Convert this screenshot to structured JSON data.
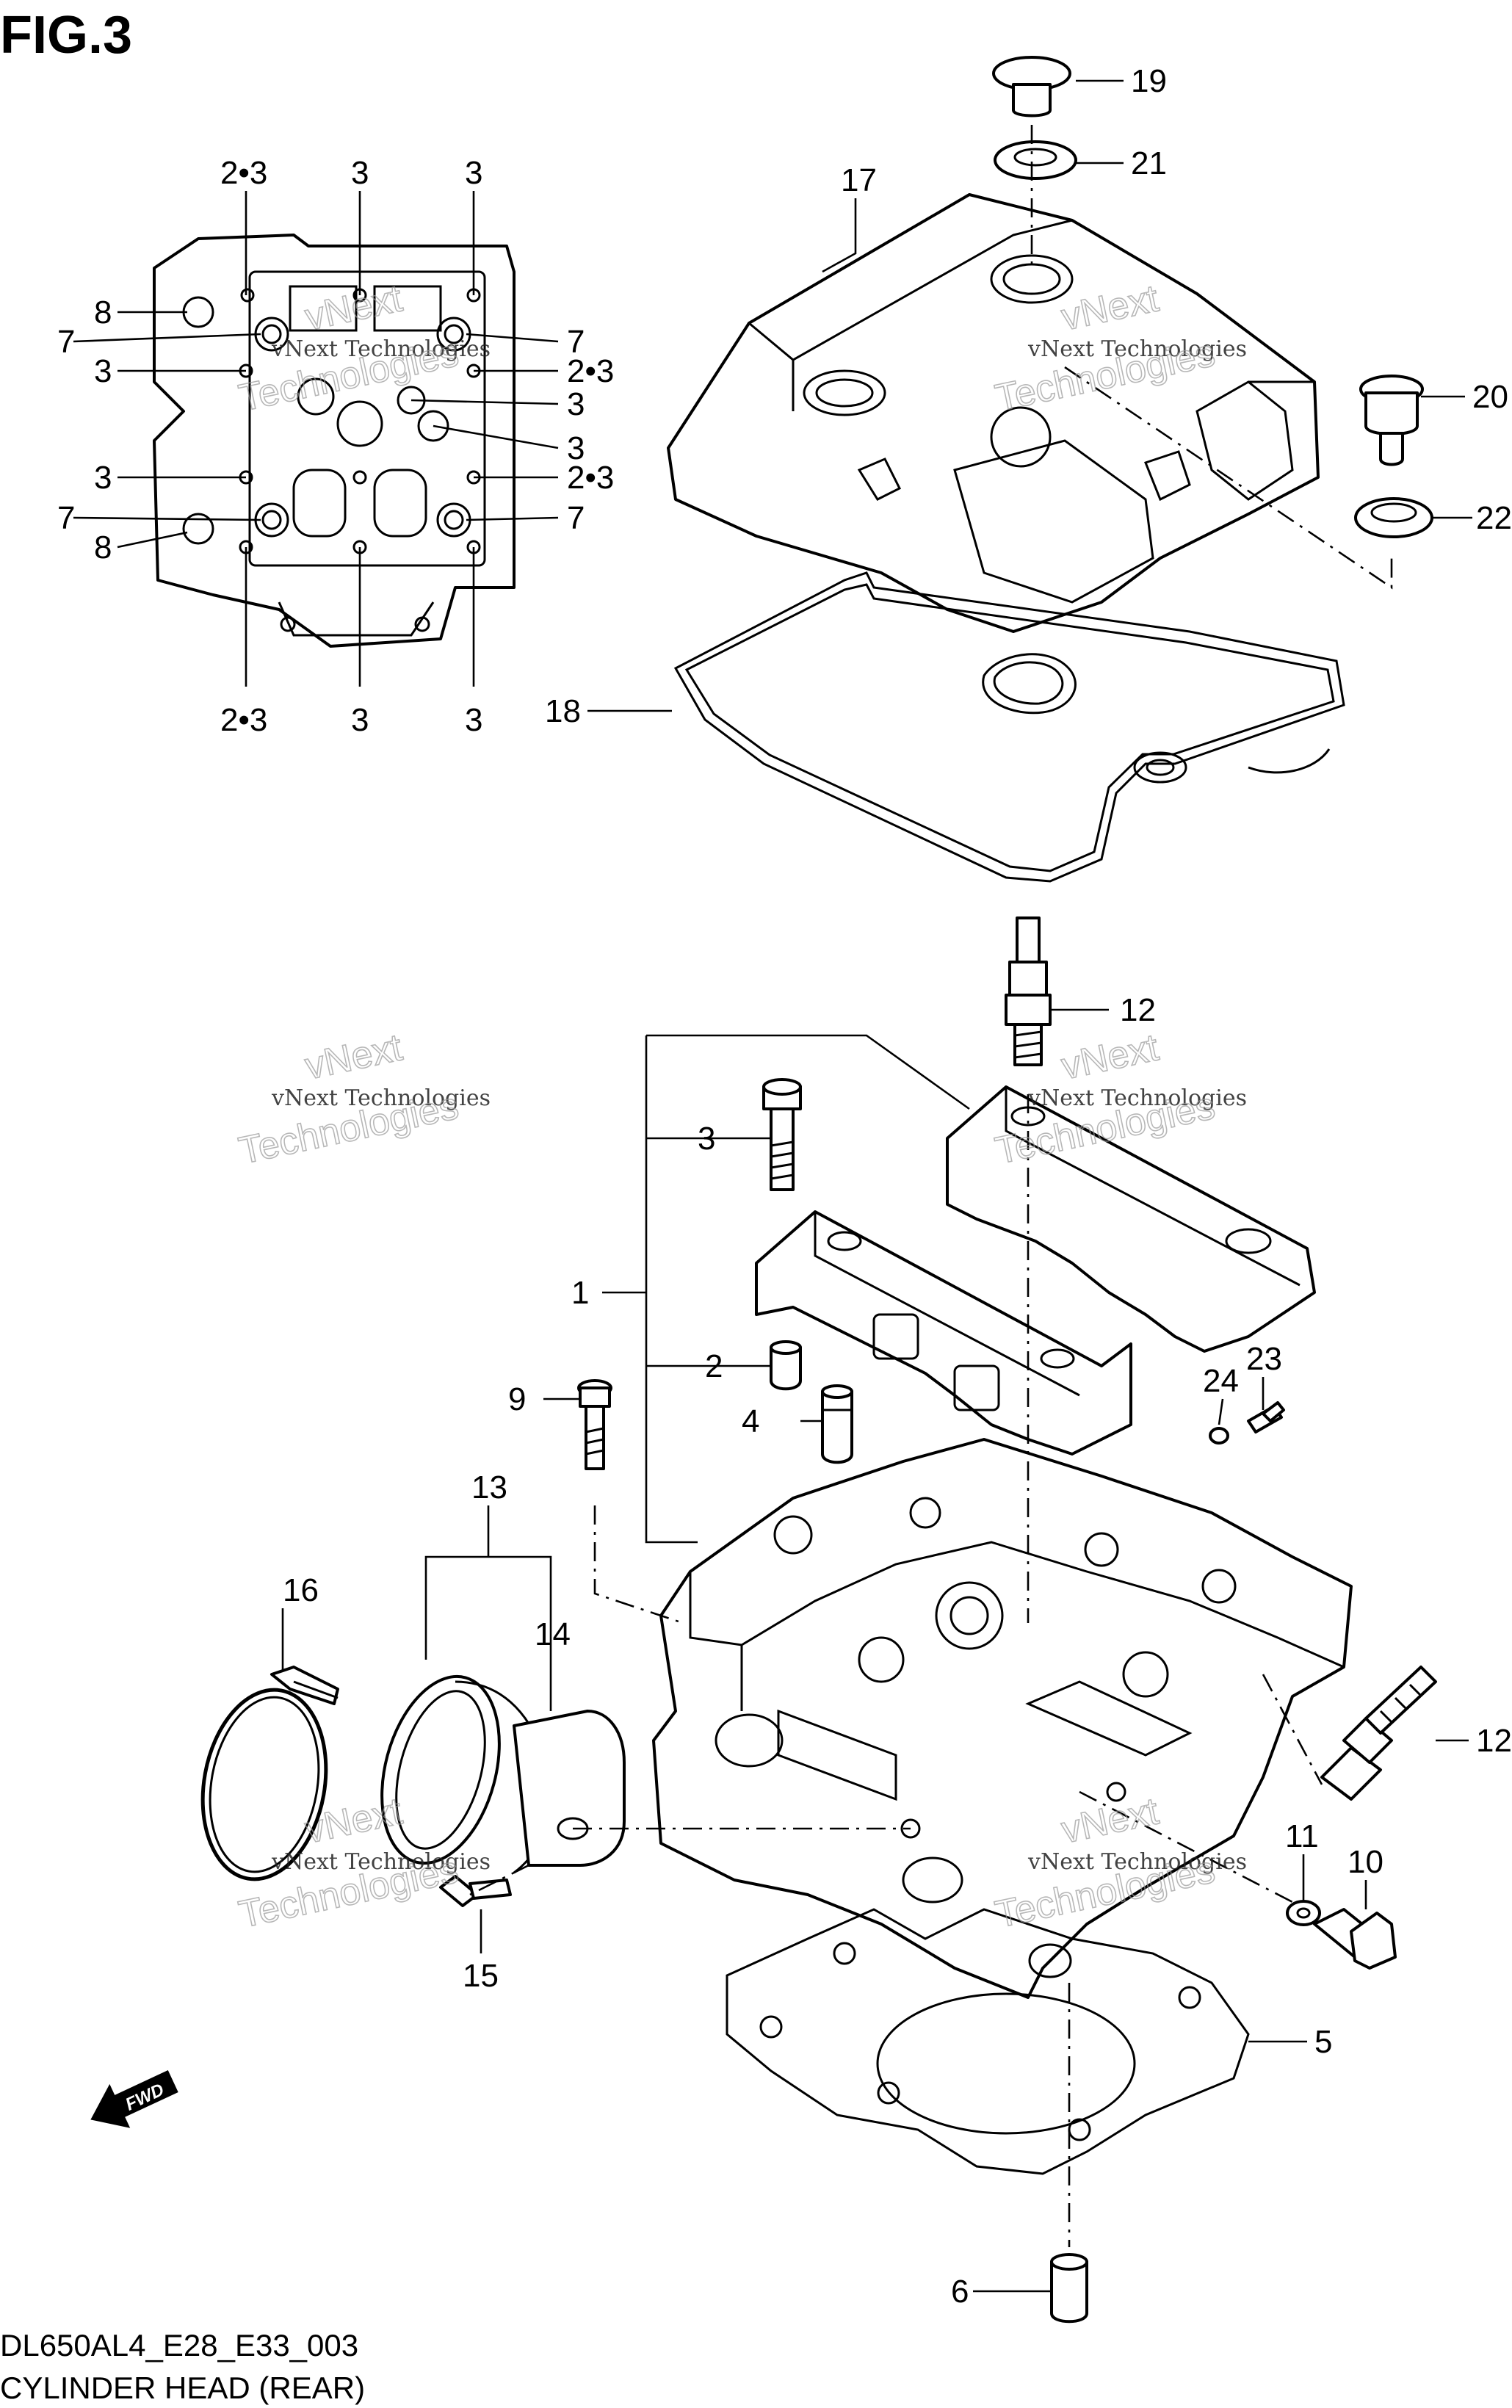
{
  "figure": {
    "title": "FIG.3"
  },
  "footer": {
    "code": "DL650AL4_E28_E33_003",
    "name": "CYLINDER HEAD (REAR)"
  },
  "watermark": {
    "small": "vNext Technologies",
    "large": "Technologies",
    "brand": "vNext"
  },
  "fwd_badge": "FWD",
  "callouts": {
    "c1": "1",
    "c2": "2",
    "c3": "3",
    "c4": "4",
    "c5": "5",
    "c6": "6",
    "c9": "9",
    "c10": "10",
    "c11": "11",
    "c12a": "12",
    "c12b": "12",
    "c13": "13",
    "c14": "14",
    "c15": "15",
    "c16": "16",
    "c17": "17",
    "c18": "18",
    "c19": "19",
    "c20": "20",
    "c21": "21",
    "c22": "22",
    "c23": "23",
    "c24": "24"
  },
  "plan_callouts": {
    "top1": "2•3",
    "top2": "3",
    "top3": "3",
    "l8a": "8",
    "l7a": "7",
    "l3a": "3",
    "l3b": "3",
    "l7b": "7",
    "l8b": "8",
    "r7a": "7",
    "r23a": "2•3",
    "r3a": "3",
    "r3b": "3",
    "r23b": "2•3",
    "r7b": "7",
    "bot1": "2•3",
    "bot2": "3",
    "bot3": "3"
  }
}
